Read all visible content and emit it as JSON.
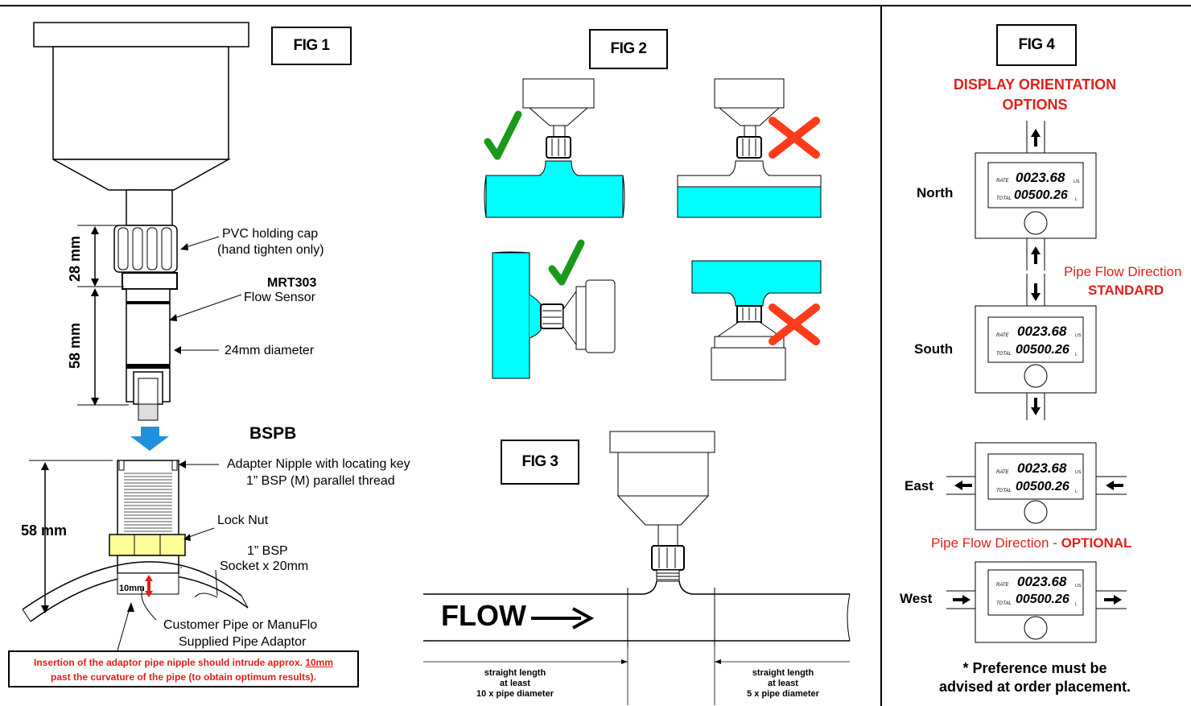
{
  "fig1": {
    "title": "FIG 1",
    "dim_top": "28 mm",
    "dim_bottom": "58 mm",
    "label_cap_1": "PVC holding cap",
    "label_cap_2": "(hand tighten only)",
    "label_sensor_model": "MRT303",
    "label_sensor_name": "Flow Sensor",
    "label_diameter": "24mm diameter",
    "bspb": "BSPB",
    "label_adapter_1": "Adapter Nipple with locating key",
    "label_adapter_2": "1” BSP (M) parallel thread",
    "dim_adapter": "58 mm",
    "label_locknut": "Lock Nut",
    "label_socket_1": "1” BSP",
    "label_socket_2": "Socket x 20mm",
    "label_10mm": "10mm",
    "label_pipe_1": "Customer Pipe or ManuFlo",
    "label_pipe_2": "Supplied Pipe Adaptor",
    "note_1a": "Insertion of the adaptor pipe nipple should intrude approx. ",
    "note_1b": "10mm",
    "note_2": "past the curvature of the pipe (to obtain optimum results)."
  },
  "fig2": {
    "title": "FIG 2"
  },
  "fig3": {
    "title": "FIG 3",
    "flow": "FLOW",
    "left_1": "straight length",
    "left_2": "at least",
    "left_3": "10 x pipe diameter",
    "right_1": "straight length",
    "right_2": "at least",
    "right_3": "5 x pipe diameter"
  },
  "fig4": {
    "title": "FIG 4",
    "heading_1": "DISPLAY ORIENTATION",
    "heading_2": "OPTIONS",
    "north": "North",
    "south": "South",
    "east": "East",
    "west": "West",
    "pipe_flow_std_1": "Pipe Flow Direction",
    "pipe_flow_std_2": "STANDARD",
    "pipe_flow_opt_1": "Pipe Flow Direction - ",
    "pipe_flow_opt_2": "OPTIONAL",
    "rate_label": "RATE",
    "total_label": "TOTAL",
    "rate_value": "0023.68",
    "total_value": "00500.26",
    "rate_unit": "L/S",
    "total_unit": "L",
    "preference_1": "* Preference must be",
    "preference_2": "advised at order placement."
  },
  "colors": {
    "water": "#00ffff",
    "red": "#e0201b",
    "green": "#1a9a1a",
    "blue_arrow": "#1e90e0",
    "yellow": "#ffff99"
  }
}
